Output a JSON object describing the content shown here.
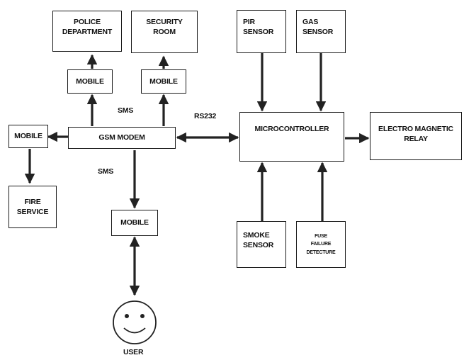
{
  "boxes": {
    "police_department": [
      "POLICE",
      "DEPARTMENT"
    ],
    "security_room": [
      "SECURITY",
      "ROOM"
    ],
    "mobile_police": [
      "MOBILE"
    ],
    "mobile_security": [
      "MOBILE"
    ],
    "gsm_modem": [
      "GSM MODEM"
    ],
    "mobile_fire": [
      "MOBILE"
    ],
    "fire_service": [
      "FIRE",
      "SERVICE"
    ],
    "mobile_user": [
      "MOBILE"
    ],
    "pir_sensor": [
      "PIR",
      "SENSOR"
    ],
    "gas_sensor": [
      "GAS",
      "SENSOR"
    ],
    "microcontroller": [
      "MICROCONTROLLER"
    ],
    "electro_magnetic_relay": [
      "ELECTRO MAGNETIC",
      "RELAY"
    ],
    "smoke_sensor": [
      "SMOKE",
      "SENSOR"
    ],
    "fuse_failure_detecture": [
      "FUSE",
      "FAILURE",
      "DETECTURE"
    ]
  },
  "labels": {
    "sms_top": "SMS",
    "sms_bottom": "SMS",
    "rs232": "RS232",
    "user": "USER"
  }
}
